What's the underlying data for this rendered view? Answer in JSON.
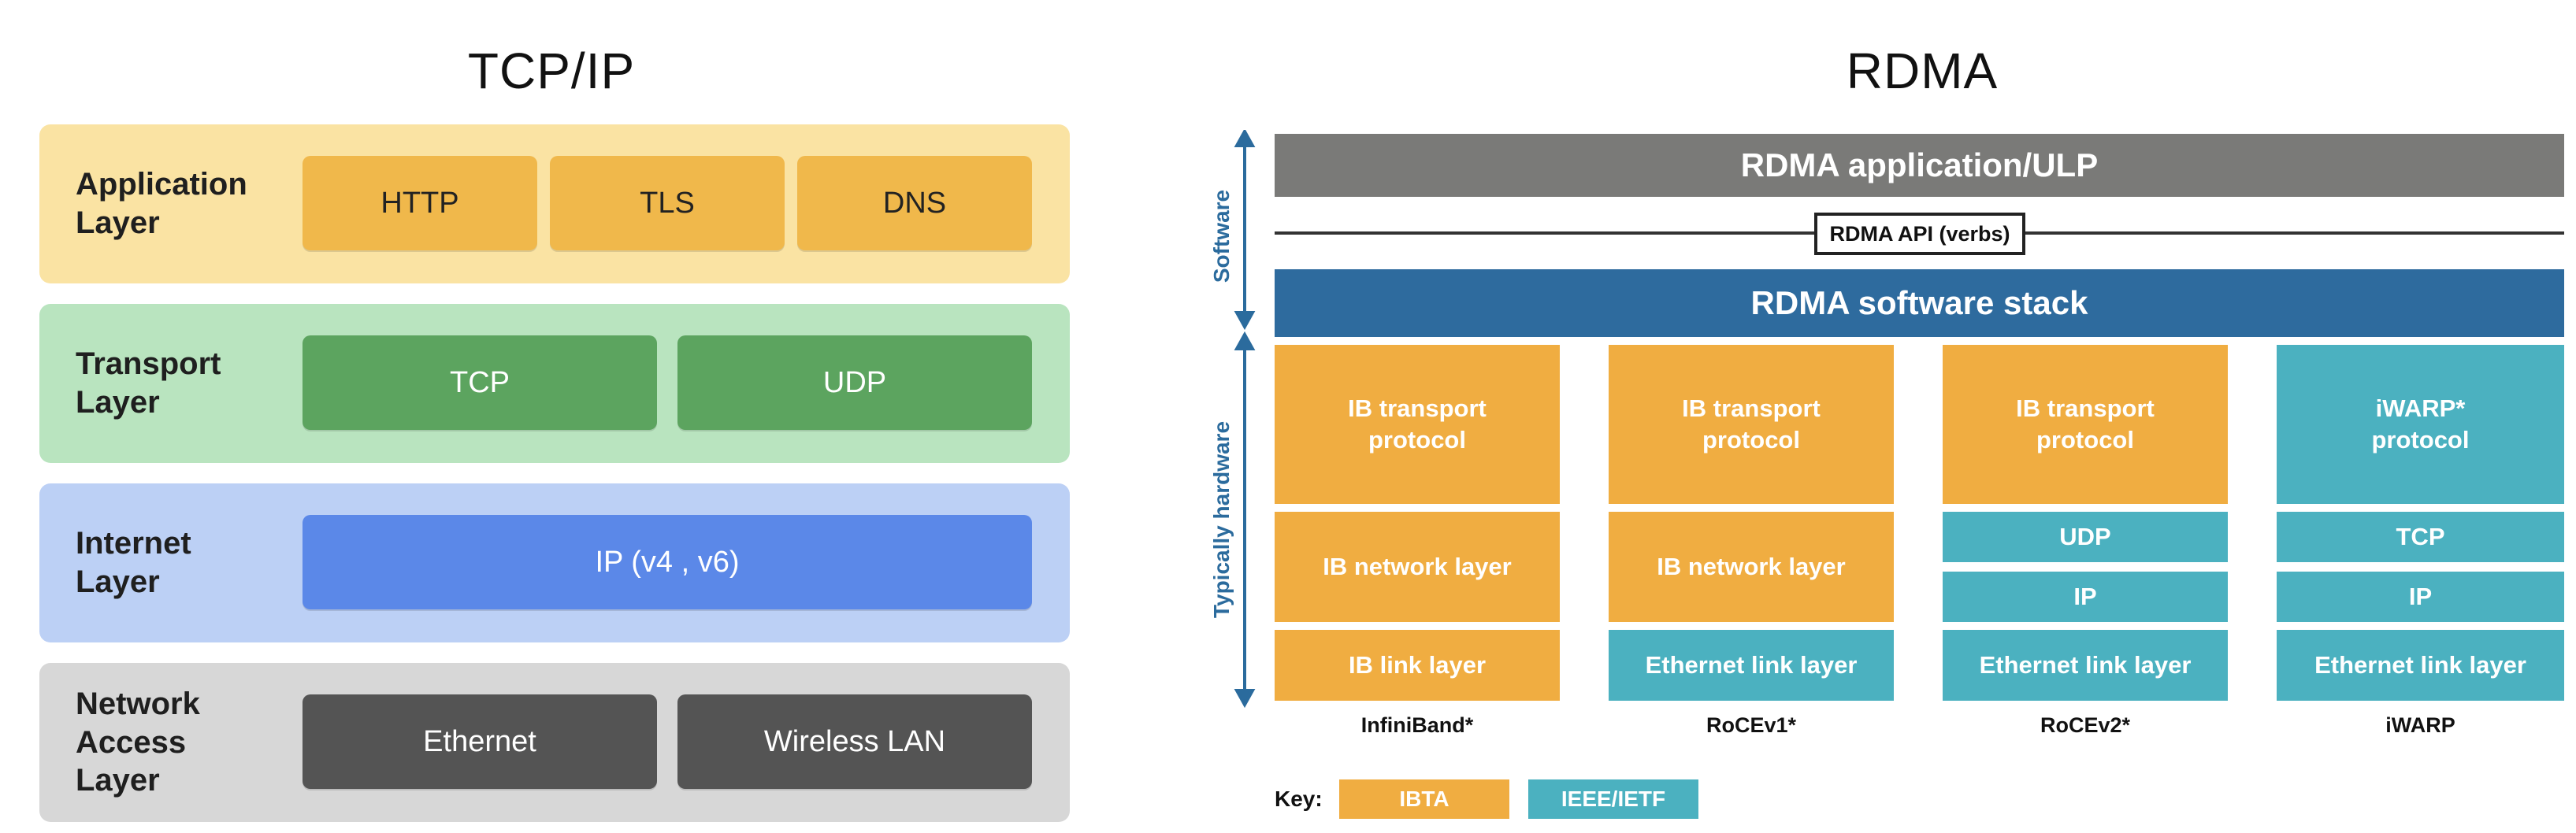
{
  "tcpip": {
    "title": "TCP/IP",
    "layers": [
      {
        "label": "Application\nLayer",
        "items": [
          "HTTP",
          "TLS",
          "DNS"
        ]
      },
      {
        "label": "Transport\nLayer",
        "items": [
          "TCP",
          "UDP"
        ]
      },
      {
        "label": "Internet\nLayer",
        "items": [
          "IP (v4 , v6)"
        ]
      },
      {
        "label": "Network\nAccess\nLayer",
        "items": [
          "Ethernet",
          "Wireless LAN"
        ]
      }
    ]
  },
  "rdma": {
    "title": "RDMA",
    "app": "RDMA application/ULP",
    "api": "RDMA API (verbs)",
    "stack": "RDMA software stack",
    "software_label": "Software",
    "hardware_label": "Typically hardware",
    "columns": [
      {
        "transport": "IB transport\nprotocol",
        "network": "IB network layer",
        "link": "IB link layer",
        "name": "InfiniBand*"
      },
      {
        "transport": "IB transport\nprotocol",
        "network": "IB network layer",
        "link": "Ethernet link layer",
        "name": "RoCEv1*"
      },
      {
        "transport": "IB transport\nprotocol",
        "network_upper": "UDP",
        "network_lower": "IP",
        "link": "Ethernet link layer",
        "name": "RoCEv2*"
      },
      {
        "transport": "iWARP*\nprotocol",
        "network_upper": "TCP",
        "network_lower": "IP",
        "link": "Ethernet link layer",
        "name": "iWARP"
      }
    ],
    "key_label": "Key:",
    "key_items": [
      "IBTA",
      "IEEE/IETF"
    ]
  },
  "colors": {
    "app_layer_bg": "#fae3a3",
    "app_box": "#f0b84b",
    "transport_layer_bg": "#b9e4bf",
    "transport_box": "#5ca45f",
    "internet_layer_bg": "#bcd0f5",
    "internet_box": "#5b88e8",
    "network_layer_bg": "#d7d7d7",
    "network_box": "#545454",
    "rdma_app": "#7a7a78",
    "rdma_stack": "#2e6b9e",
    "ibta": "#f0ad41",
    "ieee": "#4bb1c0",
    "arrow": "#2b6b9d"
  }
}
